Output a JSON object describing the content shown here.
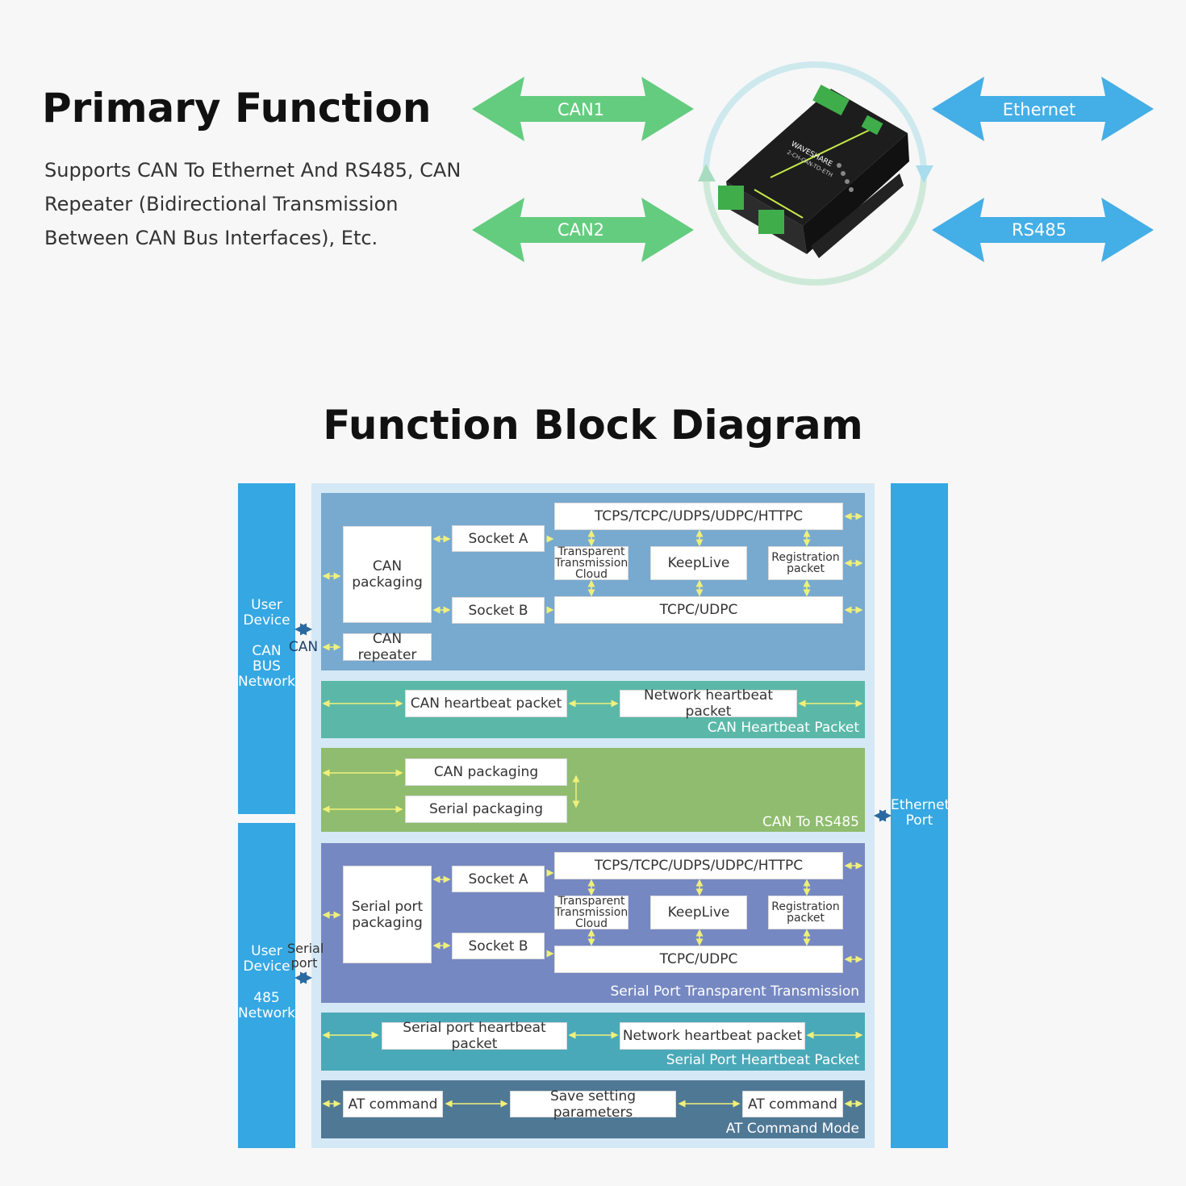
{
  "primary": {
    "title": "Primary Function",
    "description": "Supports CAN To Ethernet And RS485, CAN Repeater (Bidirectional Transmission Between CAN Bus Interfaces), Etc."
  },
  "arrows": {
    "can1": "CAN1",
    "can2": "CAN2",
    "ethernet": "Ethernet",
    "rs485": "RS485"
  },
  "device": {
    "brand": "WAVESHARE",
    "model": "2-CH-CAN-TO-ETH"
  },
  "diagram": {
    "title": "Function Block Diagram",
    "left_top": {
      "line1": "User",
      "line2": "Device",
      "line3": "CAN",
      "line4": "BUS",
      "line5": "Network"
    },
    "left_bottom": {
      "line1": "User",
      "line2": "Device",
      "line3": "485",
      "line4": "Network"
    },
    "right": {
      "line1": "Ethernet",
      "line2": "Port"
    },
    "can_link": "CAN",
    "serial_link_1": "Serial",
    "serial_link_2": "port",
    "can_block": {
      "packaging": "CAN packaging",
      "socket_a": "Socket A",
      "socket_b": "Socket B",
      "protocols": "TCPS/TCPC/UDPS/UDPC/HTTPC",
      "transparent": "Transparent Transmission Cloud",
      "keeplive": "KeepLive",
      "registration": "Registration packet",
      "tcpc_udpc": "TCPC/UDPC",
      "repeater": "CAN repeater"
    },
    "can_heartbeat": {
      "can_packet": "CAN heartbeat packet",
      "network_packet": "Network heartbeat packet",
      "label": "CAN Heartbeat Packet"
    },
    "can_rs485": {
      "can_packaging": "CAN packaging",
      "serial_packaging": "Serial packaging",
      "label": "CAN To RS485"
    },
    "serial_block": {
      "packaging": "Serial port packaging",
      "socket_a": "Socket A",
      "socket_b": "Socket B",
      "protocols": "TCPS/TCPC/UDPS/UDPC/HTTPC",
      "transparent": "Transparent Transmission Cloud",
      "keeplive": "KeepLive",
      "registration": "Registration packet",
      "tcpc_udpc": "TCPC/UDPC",
      "label": "Serial Port Transparent Transmission"
    },
    "serial_heartbeat": {
      "serial_packet": "Serial port heartbeat packet",
      "network_packet": "Network heartbeat packet",
      "label": "Serial Port Heartbeat Packet"
    },
    "at_mode": {
      "at_left": "AT command",
      "save": "Save setting parameters",
      "at_right": "AT command",
      "label": "AT Command Mode"
    }
  },
  "colors": {
    "green_arrow": "#64cc7f",
    "blue_arrow": "#44aee6",
    "column_blue": "#35a7e3",
    "panel_can": "#78a9cf",
    "panel_heartbeat": "#5bb8a8",
    "panel_rs485": "#8fbc6e",
    "panel_serial": "#7688c2",
    "panel_serial_hb": "#4aa9b8",
    "panel_at": "#4f7895",
    "connector": "#f0f07a"
  }
}
